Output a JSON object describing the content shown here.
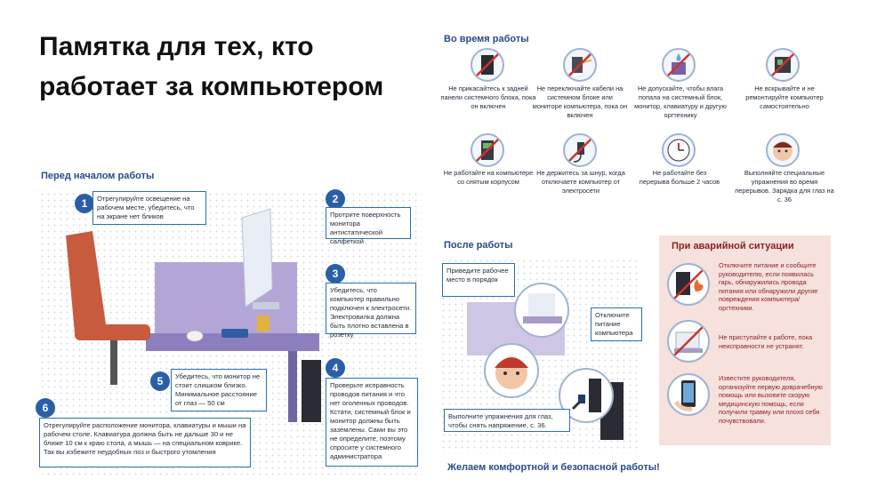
{
  "title": "Памятка для тех, кто работает за компьютером",
  "sections": {
    "before": "Перед началом работы",
    "during": "Во время работы",
    "after": "После работы",
    "emergency": "При аварийной ситуации"
  },
  "before_steps": [
    {
      "num": "1",
      "text": "Отрегулируйте освещение на рабочем месте, убедитесь, что на экране нет бликов"
    },
    {
      "num": "2",
      "text": "Протрите поверхность монитора антистатической салфеткой"
    },
    {
      "num": "3",
      "text": "Убедитесь, что компьютер правильно подключен к электросети. Электровилка должна быть плотно вставлена в розетку"
    },
    {
      "num": "4",
      "text": "Проверьте исправность проводов питания и что нет оголенных проводов. Кстати, системный блок и монитор должны быть заземлены. Сами вы это не определите, поэтому спросите у системного администратора"
    },
    {
      "num": "5",
      "text": "Убедитесь, что монитор не стоит слишком близко. Минимальное расстояние от глаз — 50 см"
    },
    {
      "num": "6",
      "text": "Отрегулируйте расположение монитора, клавиатуры и мыши на рабочем столе. Клавиатура должна быть не дальше 30 и не ближе 10 см к краю стола, а мышь — на специальном коврике. Так вы избежите неудобных поз и быстрого утомления"
    }
  ],
  "during_tips": [
    "Не прикасайтесь к задней панели системного блока, пока он включен",
    "Не переключайте кабели на системном блоке или мониторе компьютера, пока он включен",
    "Не допускайте, чтобы влага попала на системный блок, монитор, клавиатуру и другую оргтехнику",
    "Не вскрывайте и не ремонтируйте компьютер самостоятельно",
    "Не работайте на компьютере со снятым корпусом",
    "Не держитесь за шнур, когда отключаете компьютер от электросети",
    "Не работайте без перерыва больше 2 часов",
    "Выполняйте специальные упражнения во время перерывов. Зарядка для глаз на с. 36"
  ],
  "after_steps": [
    "Приведите рабочее место в порядок",
    "Отключите питание компьютера",
    "Выполните упражнения для глаз, чтобы снять напряжение, с. 36."
  ],
  "emergency_steps": [
    "Отключите питание и сообщите руководителю, если появилась гарь, обнаружились провода питания или обнаружили другие повреждения компьютера/оргтехники.",
    "Не приступайте к работе, пока неисправности не устранят.",
    "Известите руководителя, организуйте первую доврачебную помощь или вызовите скорую медицинскую помощь, если получили травму или плохо себя почувствовали."
  ],
  "closing": "Желаем комфортной и безопасной работы!",
  "colors": {
    "accent": "#2a5fa8",
    "ban": "#d0312d",
    "emergency_bg": "#f6e1dd",
    "furniture": "#a79bc8"
  }
}
